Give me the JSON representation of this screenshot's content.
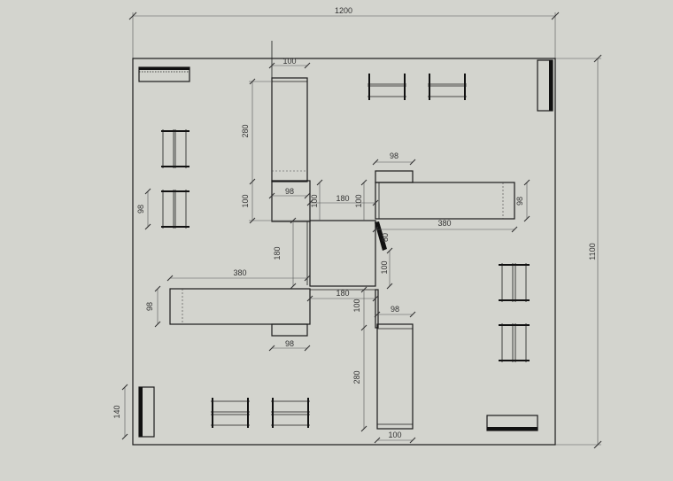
{
  "overall": {
    "width_label": "1200",
    "height_label": "1100"
  },
  "dimensions": {
    "top_arm_width": "100",
    "top_arm_length": "280",
    "top_arm_base_width": "98",
    "top_arm_base_height": "100",
    "center_top_width": "180",
    "center_left_height": "100",
    "center_right_height": "100",
    "right_arm_top_width": "98",
    "right_arm_length": "380",
    "right_arm_height": "98",
    "diagonal_label": "80",
    "center_right_lower_height": "100",
    "center_height": "180",
    "left_arm_length": "380",
    "left_arm_height": "98",
    "center_bottom_width": "180",
    "left_arm_bottom_width": "98",
    "bottom_arm_top_width": "98",
    "bottom_arm_left_height": "100",
    "bottom_arm_length": "280",
    "bottom_arm_width": "100",
    "left_bench_height": "98",
    "left_bin_height": "140"
  }
}
